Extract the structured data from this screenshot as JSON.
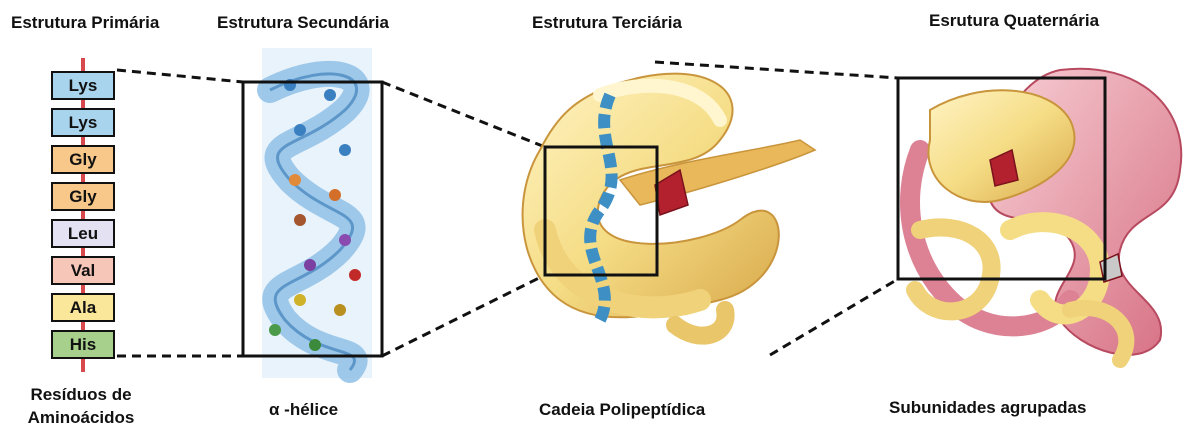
{
  "headings": {
    "primary": "Estrutura Primária",
    "secondary": "Estrutura Secundária",
    "tertiary": "Estrutura Terciária",
    "quaternary": "Esrutura Quaternária"
  },
  "captions": {
    "primary_line1": "Resíduos de",
    "primary_line2": "Aminoácidos",
    "secondary": "α -hélice",
    "tertiary": "Cadeia Polipeptídica",
    "quaternary": "Subunidades agrupadas"
  },
  "residues": [
    {
      "name": "Lys",
      "color": "#a9d4ee"
    },
    {
      "name": "Lys",
      "color": "#a9d4ee"
    },
    {
      "name": "Gly",
      "color": "#f7c88a"
    },
    {
      "name": "Gly",
      "color": "#f7c88a"
    },
    {
      "name": "Leu",
      "color": "#e4e1f2"
    },
    {
      "name": "Val",
      "color": "#f6c6b8"
    },
    {
      "name": "Ala",
      "color": "#fbe79a"
    },
    {
      "name": "His",
      "color": "#a6d08c"
    }
  ],
  "colors": {
    "backbone": "#d8494d",
    "helix": "#8fc0e6",
    "ribbon": "#f5dd86",
    "ribbon_dark": "#d9a84a",
    "subunit_pink": "#e79aa6",
    "heme": "#b3202e"
  }
}
